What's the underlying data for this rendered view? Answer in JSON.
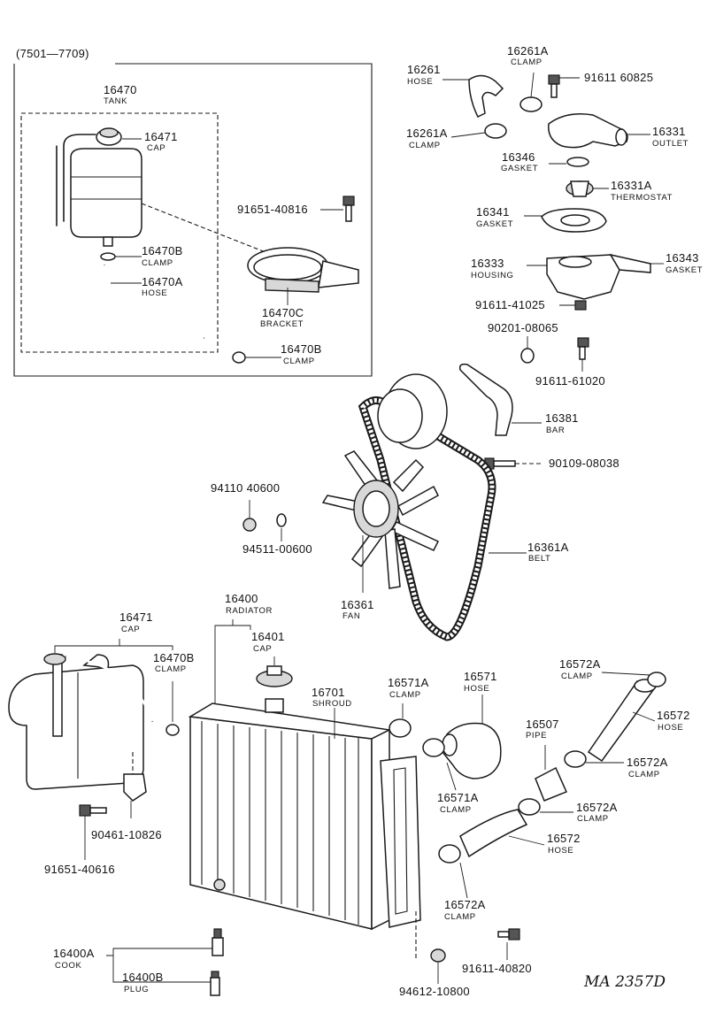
{
  "range": "(7501—7709)",
  "parts": {
    "p16470": {
      "num": "16470",
      "name": "TANK"
    },
    "p16471a": {
      "num": "16471",
      "name": "CAP"
    },
    "p16470b_a": {
      "num": "16470B",
      "name": "CLAMP"
    },
    "p16470a": {
      "num": "16470A",
      "name": "HOSE"
    },
    "p16470c": {
      "num": "16470C",
      "name": "BRACKET"
    },
    "p16470b_b": {
      "num": "16470B",
      "name": "CLAMP"
    },
    "p91651_40816": {
      "num": "91651-40816"
    },
    "p16261": {
      "num": "16261",
      "name": "HOSE"
    },
    "p16261a_top": {
      "num": "16261A",
      "name": "CLAMP"
    },
    "p91611_60825": {
      "num": "91611 60825"
    },
    "p16261a_left": {
      "num": "16261A",
      "name": "CLAMP"
    },
    "p16331": {
      "num": "16331",
      "name": "OUTLET"
    },
    "p16346": {
      "num": "16346",
      "name": "GASKET"
    },
    "p16331a": {
      "num": "16331A",
      "name": "THERMOSTAT"
    },
    "p16341": {
      "num": "16341",
      "name": "GASKET"
    },
    "p16333": {
      "num": "16333",
      "name": "HOUSING"
    },
    "p16343": {
      "num": "16343",
      "name": "GASKET"
    },
    "p91611_41025": {
      "num": "91611-41025"
    },
    "p90201_08065": {
      "num": "90201-08065"
    },
    "p91611_61020": {
      "num": "91611-61020"
    },
    "p16381": {
      "num": "16381",
      "name": "BAR"
    },
    "p90109_08038": {
      "num": "90109-08038"
    },
    "p94110_40600": {
      "num": "94110 40600"
    },
    "p94511_00600": {
      "num": "94511-00600"
    },
    "p16361a": {
      "num": "16361A",
      "name": "BELT"
    },
    "p16361": {
      "num": "16361",
      "name": "FAN"
    },
    "p16400": {
      "num": "16400",
      "name": "RADIATOR"
    },
    "p16471b": {
      "num": "16471",
      "name": "CAP"
    },
    "p16401": {
      "num": "16401",
      "name": "CAP"
    },
    "p16470b_c": {
      "num": "16470B",
      "name": "CLAMP"
    },
    "p16701": {
      "num": "16701",
      "name": "SHROUD"
    },
    "p16571a_top": {
      "num": "16571A",
      "name": "CLAMP"
    },
    "p16571": {
      "num": "16571",
      "name": "HOSE"
    },
    "p16572a_1": {
      "num": "16572A",
      "name": "CLAMP"
    },
    "p16572_top": {
      "num": "16572",
      "name": "HOSE"
    },
    "p16507": {
      "num": "16507",
      "name": "PIPE"
    },
    "p16572a_2": {
      "num": "16572A",
      "name": "CLAMP"
    },
    "p16571a_bot": {
      "num": "16571A",
      "name": "CLAMP"
    },
    "p16572a_3": {
      "num": "16572A",
      "name": "CLAMP"
    },
    "p16572_bot": {
      "num": "16572",
      "name": "HOSE"
    },
    "p90461_10826": {
      "num": "90461-10826"
    },
    "p91651_40616": {
      "num": "91651-40616"
    },
    "p16572a_4": {
      "num": "16572A",
      "name": "CLAMP"
    },
    "p16400a": {
      "num": "16400A",
      "name": "COOK"
    },
    "p16400b": {
      "num": "16400B",
      "name": "PLUG"
    },
    "p91611_40820": {
      "num": "91611-40820"
    },
    "p94612_10800": {
      "num": "94612-10800"
    }
  },
  "drawing_ref": "MA 2357D"
}
